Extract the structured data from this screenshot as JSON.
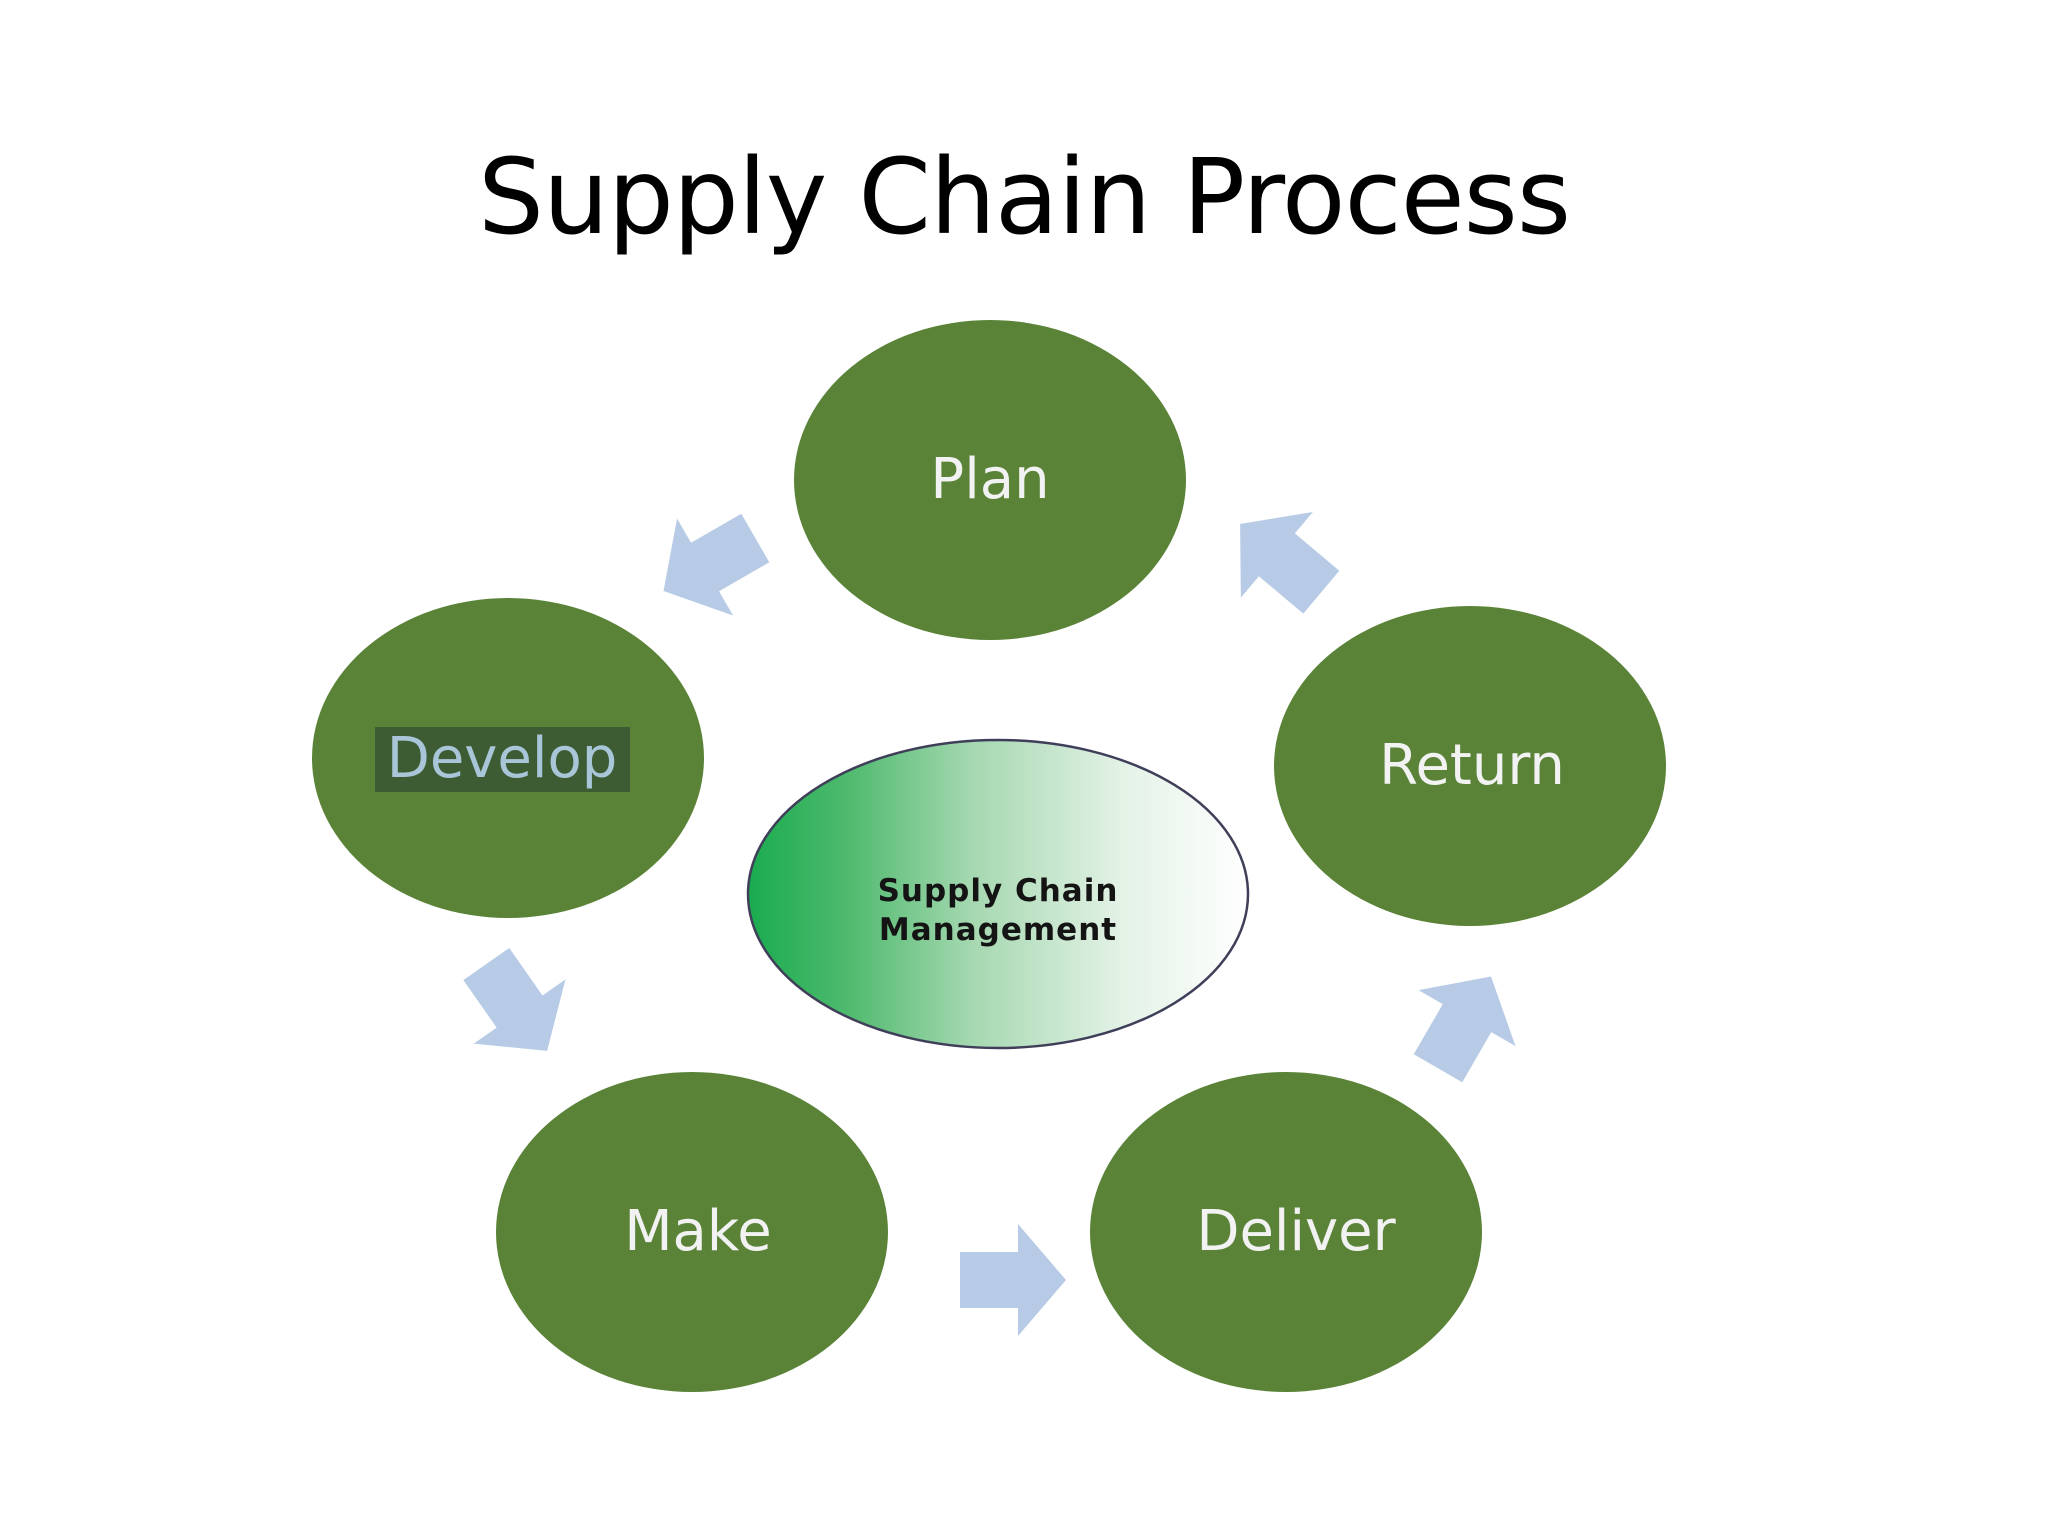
{
  "slide": {
    "title": "Supply Chain Process"
  },
  "center": {
    "line1": "Supply Chain",
    "line2": "Management",
    "gradient_start": "#1aab4f",
    "gradient_end": "#ffffff",
    "outline_color": "#3f3f5a"
  },
  "nodes": [
    {
      "id": "plan",
      "label": "Plan"
    },
    {
      "id": "return",
      "label": "Return"
    },
    {
      "id": "deliver",
      "label": "Deliver"
    },
    {
      "id": "make",
      "label": "Make"
    },
    {
      "id": "develop",
      "label": "Develop",
      "highlighted": true
    }
  ],
  "colors": {
    "node_fill": "#5a8338",
    "node_text": "#f2f2f2",
    "arrow_fill": "#b7cbe6",
    "develop_highlight_bg": "#3d5c34",
    "develop_text": "#a9c6d8"
  }
}
